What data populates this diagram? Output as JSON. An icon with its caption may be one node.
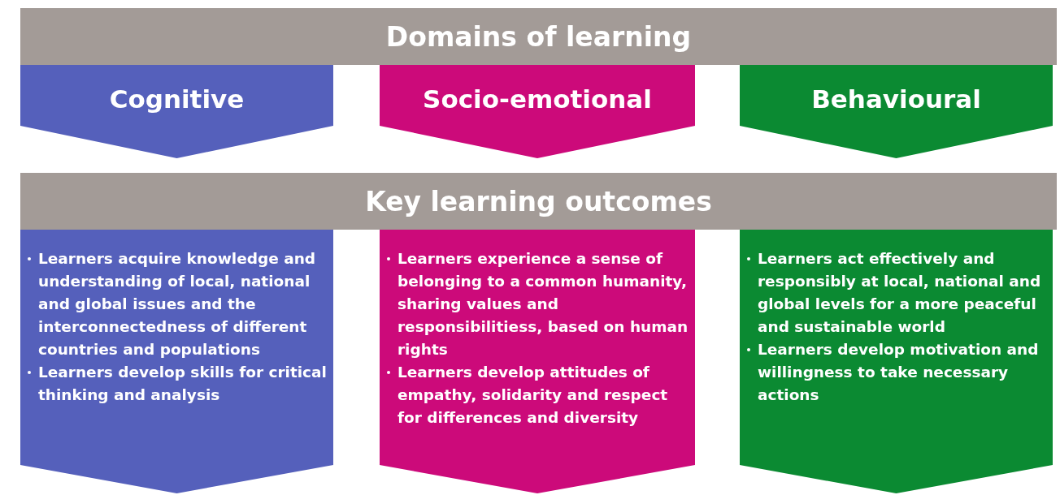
{
  "diagram": {
    "nodes": [
      {
        "text": [
          "Domains of learning"
        ]
      },
      {
        "text": [
          "Cognitive"
        ]
      },
      {
        "text": [
          "Socio-emotional"
        ]
      },
      {
        "text": [
          "Behavioural"
        ]
      },
      {
        "text": [
          "Key learning outcomes"
        ]
      },
      {
        "text": [
          "Learners acquire knowledge and understanding of local, national and global issues and the interconnectedness of different countries and populations",
          "Learners develop skills for critical thinking and analysis"
        ]
      },
      {
        "text": [
          "Learners experience a sense of belonging to a common humanity, sharing values and responsibilitiess, based on human rights",
          "Learners develop attitudes of empathy, solidarity and respect for differences and diversity"
        ]
      },
      {
        "text": [
          "Learners act effectively and responsibly at local, national and global levels for a more peaceful and sustainable world",
          "Learners develop motivation and willingness to take necessary actions"
        ]
      }
    ]
  }
}
